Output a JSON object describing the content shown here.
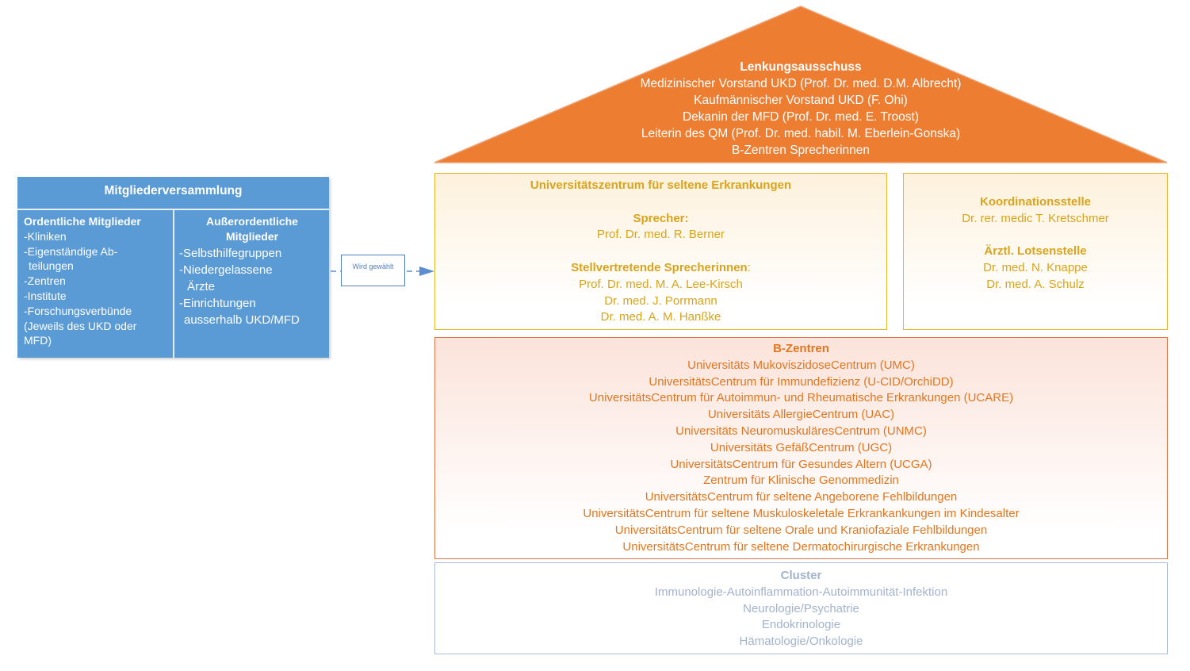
{
  "lenkungsausschuss": {
    "title": "Lenkungsausschuss",
    "lines": [
      "Medizinischer Vorstand UKD (Prof. Dr. med. D.M. Albrecht)",
      "Kaufmännischer Vorstand UKD (F. Ohi)",
      "Dekanin der MFD (Prof. Dr. med. E. Troost)",
      "Leiterin des QM (Prof. Dr. med. habil. M. Eberlein-Gonska)",
      "B-Zentren Sprecherinnen"
    ]
  },
  "universitaetszentrum": {
    "title": "Universitätszentrum für seltene Erkrankungen",
    "sprecher_label": "Sprecher:",
    "sprecher": "Prof. Dr. med. R. Berner",
    "stellvertretende_label": "Stellvertretende Sprecherinnen",
    "stellvertretende_colon": ":",
    "stellvertretende": [
      "Prof. Dr. med. M. A. Lee-Kirsch",
      "Dr. med. J. Porrmann",
      "Dr. med. A. M. Hanßke"
    ]
  },
  "koordination": {
    "title": "Koordinationsstelle",
    "person": "Dr. rer. medic T. Kretschmer",
    "lotsen_title": "Ärztl. Lotsenstelle",
    "lotsen": [
      "Dr. med. N. Knappe",
      "Dr. med. A. Schulz"
    ]
  },
  "b_zentren": {
    "title": "B-Zentren",
    "items": [
      "Universitäts MukoviszidoseCentrum (UMC)",
      "UniversitätsCentrum für Immundefizienz (U-CID/OrchiDD)",
      "UniversitätsCentrum für Autoimmun- und Rheumatische Erkrankungen (UCARE)",
      "Universitäts AllergieCentrum (UAC)",
      "Universitäts NeuromuskuläresCentrum (UNMC)",
      "Universitäts GefäßCentrum (UGC)",
      "UniversitätsCentrum für Gesundes Altern (UCGA)",
      "Zentrum für Klinische Genommedizin",
      "UniversitätsCentrum für seltene Angeborene Fehlbildungen",
      "UniversitätsCentrum für seltene Muskuloskeletale Erkrankankungen im Kindesalter",
      "UniversitätsCentrum für seltene Orale und Kraniofaziale Fehlbildungen",
      "UniversitätsCentrum für seltene Dermatochirurgische Erkrankungen"
    ]
  },
  "cluster": {
    "title": "Cluster",
    "items": [
      "Immunologie-Autoinflammation-Autoimmunität-Infektion",
      "Neurologie/Psychatrie",
      "Endokrinologie",
      "Hämatologie/Onkologie"
    ]
  },
  "mitgliederversammlung": {
    "title": "Mitgliederversammlung",
    "ordentliche": {
      "title": "Ordentliche Mitglieder",
      "items": [
        "-Kliniken",
        "-Eigenständige Ab-",
        "teilungen",
        "-Zentren",
        "-Institute",
        "-Forschungsverbünde",
        "(Jeweils des UKD oder",
        "MFD)"
      ]
    },
    "ausserordentliche": {
      "title": "Außerordentliche Mitglieder",
      "items": [
        "-Selbsthilfegruppen",
        "-Niedergelassene",
        "Ärzte",
        "-Einrichtungen",
        "ausserhalb UKD/MFD"
      ]
    }
  },
  "connector": {
    "label": "Wird gewählt"
  },
  "colors": {
    "roof": "#ed7d31",
    "blue": "#5b9bd5",
    "gold": "#d9a41c",
    "orange_text": "#e2761f",
    "cluster_text": "#a3b3cc"
  }
}
